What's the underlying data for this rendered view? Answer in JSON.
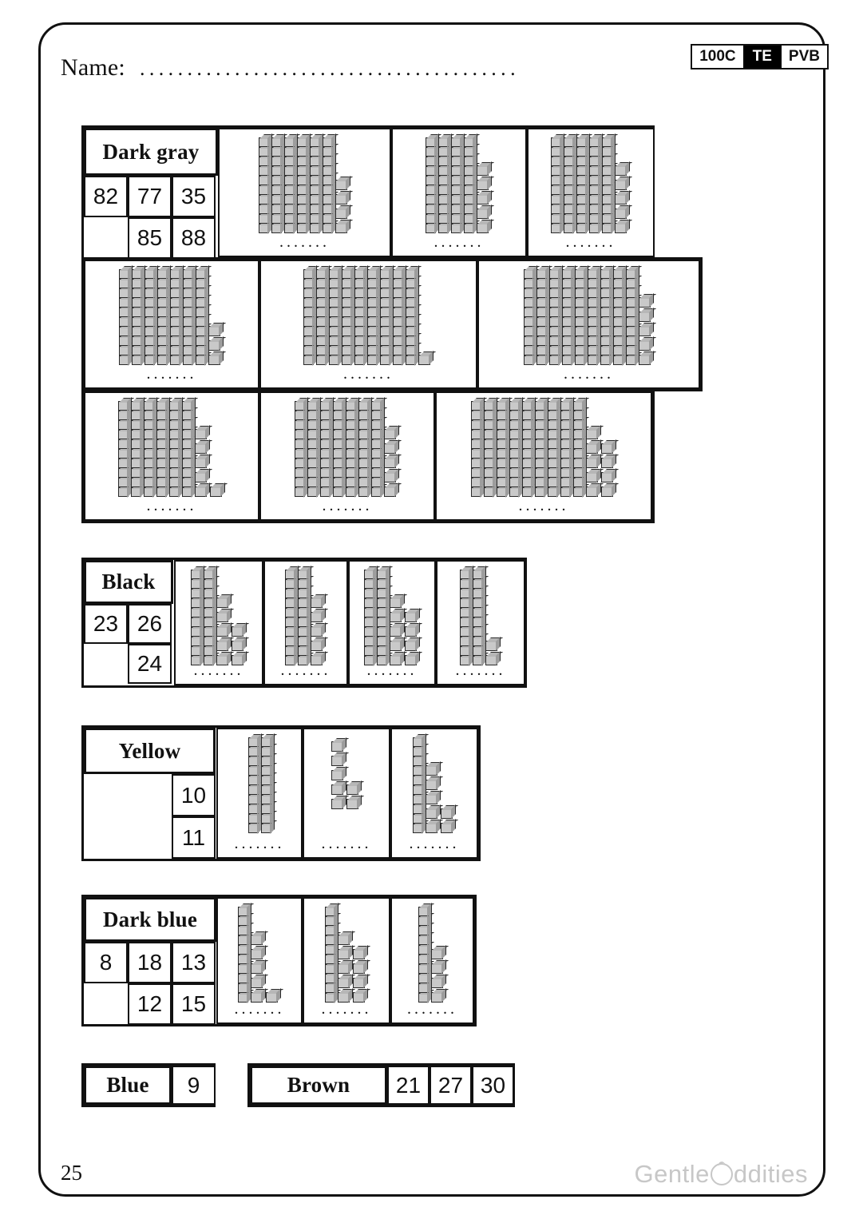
{
  "header": {
    "name_label": "Name:",
    "name_dots": "..............................................",
    "badge": {
      "left": "100C",
      "middle": "TE",
      "right": "PVB"
    }
  },
  "footer": {
    "page_number": "25",
    "brand_left": "Gentle",
    "brand_mark": "O",
    "brand_right": "ddities"
  },
  "answer_dots": ".......",
  "sections": [
    {
      "id": "dark-gray",
      "label": "Dark gray",
      "numbers_row1": [
        "82",
        "77",
        "35"
      ],
      "numbers_row2": [
        "85",
        "88"
      ],
      "cells": [
        {
          "tens": 6,
          "ones": 4,
          "value": 64
        },
        {
          "tens": 4,
          "ones": 5,
          "value": 45
        },
        {
          "tens": 5,
          "ones": 5,
          "value": 55
        },
        {
          "tens": 7,
          "ones": 3,
          "value": 73
        },
        {
          "tens": 9,
          "ones": 1,
          "value": 91
        },
        {
          "tens": 9,
          "ones": 5,
          "value": 95
        },
        {
          "tens": 6,
          "ones": 6,
          "value": 66
        },
        {
          "tens": 7,
          "ones": 5,
          "value": 75
        },
        {
          "tens": 9,
          "ones": 9,
          "value": 99
        }
      ]
    },
    {
      "id": "black",
      "label": "Black",
      "numbers_row1": [
        "23",
        "26"
      ],
      "numbers_row2": [
        "24"
      ],
      "cells": [
        {
          "tens": 2,
          "ones": 8,
          "value": 28
        },
        {
          "tens": 2,
          "ones": 5,
          "value": 25
        },
        {
          "tens": 2,
          "ones": 9,
          "value": 29
        },
        {
          "tens": 2,
          "ones": 2,
          "value": 22
        }
      ]
    },
    {
      "id": "yellow",
      "label": "Yellow",
      "numbers_row1": [
        "10"
      ],
      "numbers_row2": [
        "11"
      ],
      "cells": [
        {
          "tens": 2,
          "ones": 0,
          "value": 20
        },
        {
          "tens": 0,
          "ones": 7,
          "value": 7
        },
        {
          "tens": 1,
          "ones": 7,
          "value": 17
        }
      ]
    },
    {
      "id": "dark-blue",
      "label": "Dark blue",
      "numbers_row1": [
        "8",
        "18",
        "13"
      ],
      "numbers_row2": [
        "12",
        "15"
      ],
      "cells": [
        {
          "tens": 1,
          "ones": 6,
          "value": 16
        },
        {
          "tens": 1,
          "ones": 9,
          "value": 19
        },
        {
          "tens": 1,
          "ones": 4,
          "value": 14
        }
      ]
    },
    {
      "id": "blue",
      "label": "Blue",
      "numbers_row1": [
        "9"
      ],
      "numbers_row2": [],
      "cells": []
    },
    {
      "id": "brown",
      "label": "Brown",
      "numbers_row1": [
        "21",
        "27",
        "30"
      ],
      "numbers_row2": [],
      "cells": []
    }
  ]
}
